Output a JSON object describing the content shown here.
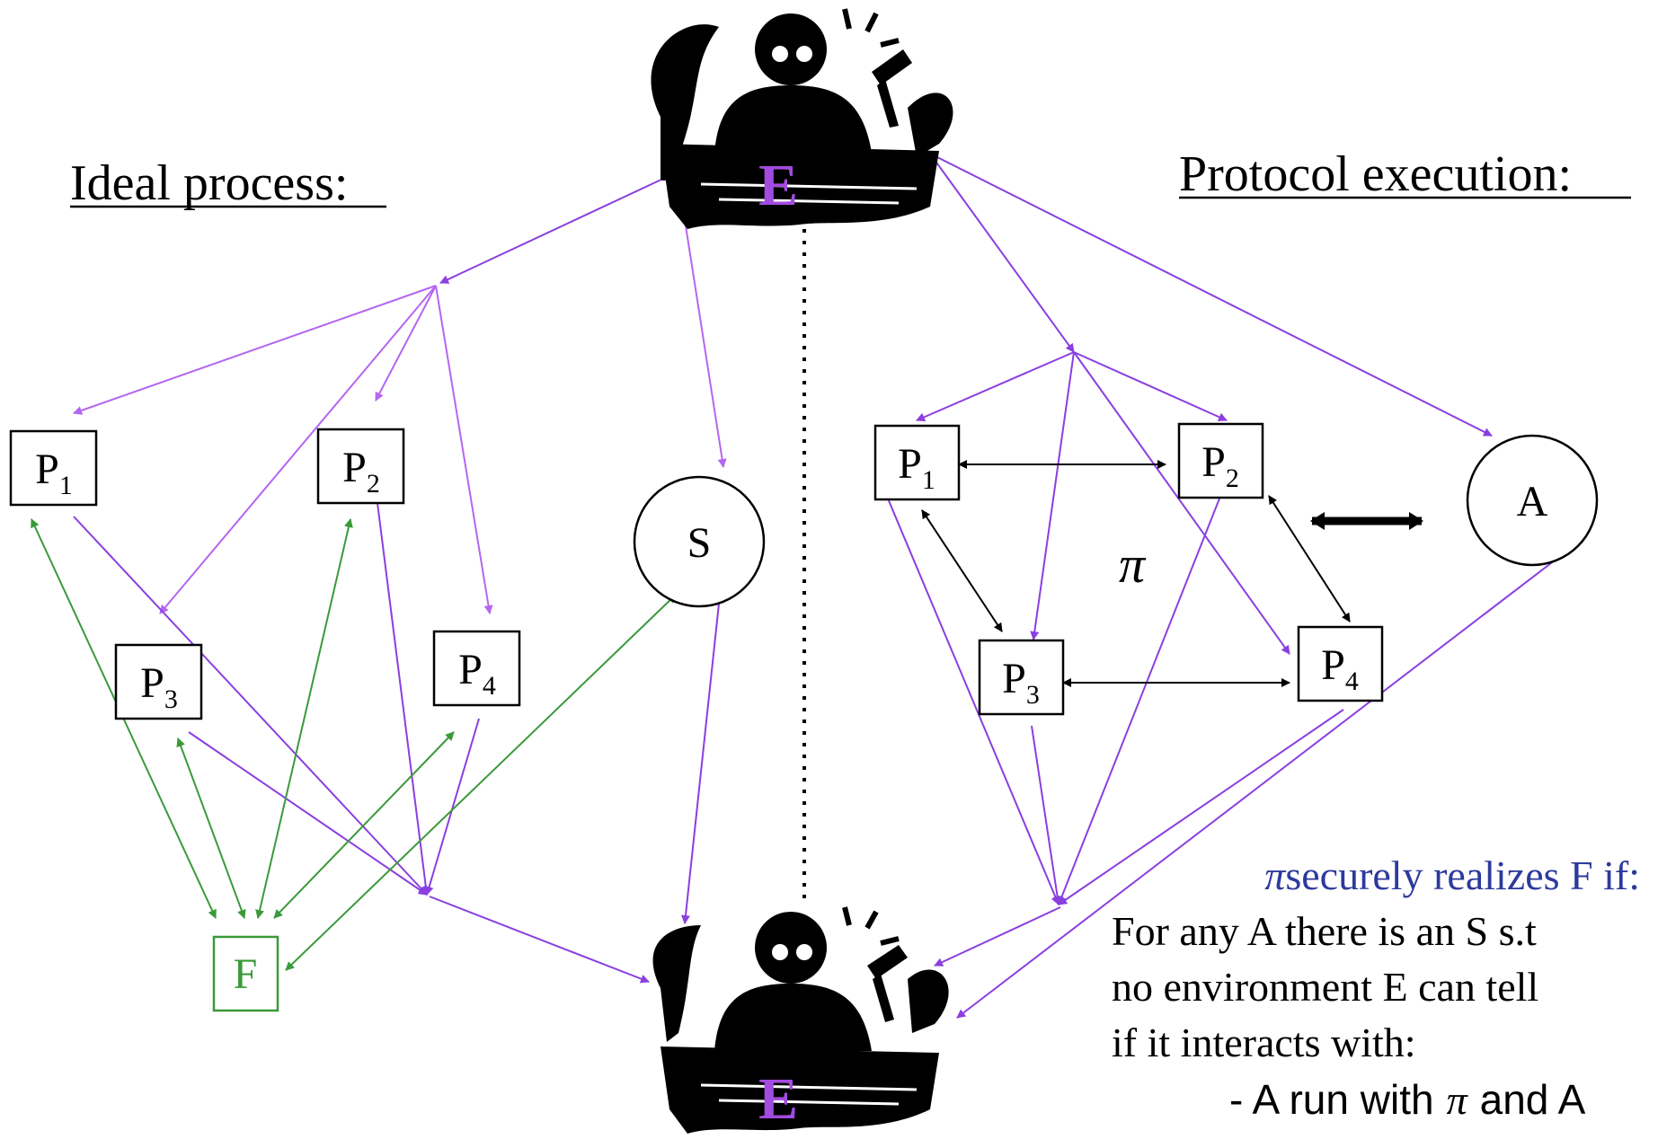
{
  "ideal": {
    "heading": "Ideal process:",
    "parties": [
      {
        "name": "P",
        "sub": "1"
      },
      {
        "name": "P",
        "sub": "2"
      },
      {
        "name": "P",
        "sub": "3"
      },
      {
        "name": "P",
        "sub": "4"
      }
    ],
    "functionality": "F",
    "simulator": "S"
  },
  "protocol": {
    "heading": "Protocol execution:",
    "parties": [
      {
        "name": "P",
        "sub": "1"
      },
      {
        "name": "P",
        "sub": "2"
      },
      {
        "name": "P",
        "sub": "3"
      },
      {
        "name": "P",
        "sub": "4"
      }
    ],
    "adversary": "A",
    "protocol_symbol": "π"
  },
  "environment": {
    "top_label": "E",
    "bottom_label": "E"
  },
  "caption": {
    "line1_symbol": "π",
    "line1_text": "securely realizes F if:",
    "line2": "For any A there is an S s.t",
    "line3": "no environment E can tell",
    "line4": "if it interacts with:",
    "line5_prefix": "- A run with",
    "line5_symbol": "π",
    "line5_suffix": "and A"
  },
  "colors": {
    "violet": "#8a3fe0",
    "light_violet": "#b466f0",
    "green": "#3a9a3a",
    "env_label": "#a24be0",
    "caption_blue": "#2d3a9c"
  }
}
